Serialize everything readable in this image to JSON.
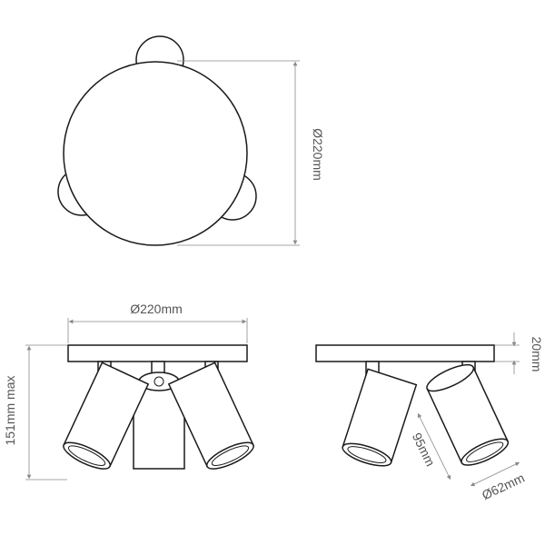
{
  "labels": {
    "top_diameter": "Ø220mm",
    "front_diameter": "Ø220mm",
    "height_max": "151mm max",
    "base_thickness": "20mm",
    "head_length": "95mm",
    "head_diameter": "Ø62mm"
  },
  "colors": {
    "line": "#1a1a1a",
    "dimension": "#8a8a8a",
    "text": "#555555",
    "background": "#ffffff"
  }
}
